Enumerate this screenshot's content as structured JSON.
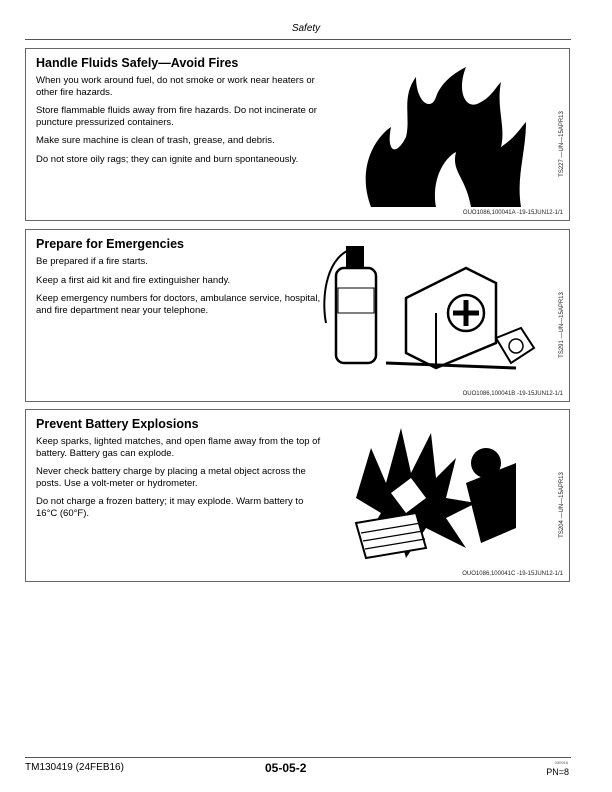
{
  "header": {
    "section": "Safety"
  },
  "sections": [
    {
      "title": "Handle Fluids Safely—Avoid Fires",
      "paragraphs": [
        "When you work around fuel, do not smoke or work near heaters or other fire hazards.",
        "Store flammable fluids away from fire hazards.  Do not incinerate or puncture pressurized containers.",
        "Make sure machine is clean of trash, grease, and debris.",
        "Do not store oily rags; they can ignite and burn spontaneously."
      ],
      "figure_id": "TS227 —UN—15APR13",
      "ref": "OUO1086,100041A -19-15JUN12-1/1"
    },
    {
      "title": "Prepare for Emergencies",
      "paragraphs": [
        "Be prepared if a fire starts.",
        "Keep a first aid kit and fire extinguisher handy.",
        "Keep emergency numbers for doctors, ambulance service, hospital, and fire department near your telephone."
      ],
      "figure_id": "TS291 —UN—15APR13",
      "ref": "OUO1086,100041B -19-15JUN12-1/1"
    },
    {
      "title": "Prevent Battery Explosions",
      "paragraphs": [
        "Keep sparks, lighted matches, and open flame away from the top of battery.  Battery gas can explode.",
        "Never check battery charge by placing a metal object across the posts.  Use a volt-meter or hydrometer.",
        "Do not charge a frozen battery; it may explode.  Warm battery to 16°C (60°F)."
      ],
      "figure_id": "TS204 —UN—15APR13",
      "ref": "OUO1086,100041C -19-15JUN12-1/1"
    }
  ],
  "footer": {
    "manual": "TM130419 (24FEB16)",
    "page": "05-05-2",
    "code": "030916",
    "pn": "PN=8"
  }
}
